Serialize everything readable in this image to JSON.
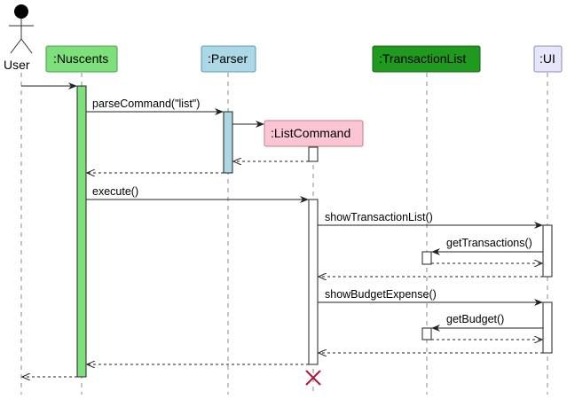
{
  "actor": {
    "label": "User"
  },
  "participants": [
    {
      "id": "nuscents",
      "label": ":Nuscents",
      "fill": "#7ee07a",
      "stroke": "#4a9a45"
    },
    {
      "id": "parser",
      "label": ":Parser",
      "fill": "#acd8e6",
      "stroke": "#5a9ab0"
    },
    {
      "id": "transactionlist",
      "label": ":TransactionList",
      "fill": "#1f9a1f",
      "stroke": "#136013"
    },
    {
      "id": "ui",
      "label": ":UI",
      "fill": "#e6e6fa",
      "stroke": "#8a8ab8"
    }
  ],
  "created_participant": {
    "id": "listcommand",
    "label": ":ListCommand",
    "fill": "#fcc5d4",
    "stroke": "#c87a90"
  },
  "messages": [
    {
      "label": "parseCommand(\"list\")"
    },
    {
      "label": "execute()"
    },
    {
      "label": "showTransactionList()"
    },
    {
      "label": "getTransactions()"
    },
    {
      "label": "showBudgetExpense()"
    },
    {
      "label": "getBudget()"
    }
  ],
  "colors": {
    "nuscents_activation": "#7ee07a",
    "parser_activation": "#acd8e6",
    "destroy_mark": "#b0193a"
  }
}
